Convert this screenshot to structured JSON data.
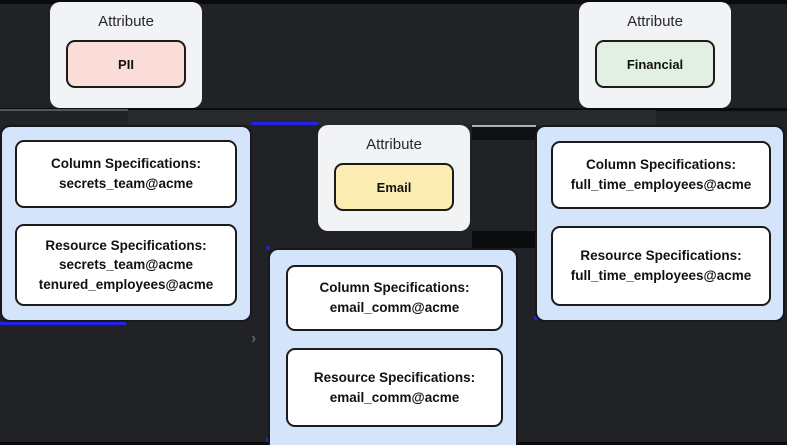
{
  "colors": {
    "background": "#202226",
    "edge_highlight": "#2322e8",
    "attribute_node_bg": "#f2f3f5",
    "pii_chip": "#fadcd8",
    "financial_chip": "#e2f0e3",
    "email_chip": "#fbecb2",
    "spec_node_bg": "#d4e4fa",
    "spec_box_bg": "#ffffff"
  },
  "nodes": {
    "pii": {
      "label": "Attribute",
      "value": "PII"
    },
    "financial": {
      "label": "Attribute",
      "value": "Financial"
    },
    "email": {
      "label": "Attribute",
      "value": "Email"
    },
    "secrets": {
      "column_title": "Column Specifications:",
      "column_line1": "secrets_team@acme",
      "resource_title": "Resource Specifications:",
      "resource_line1": "secrets_team@acme",
      "resource_line2": "tenured_employees@acme"
    },
    "email_spec": {
      "column_title": "Column Specifications:",
      "column_line1": "email_comm@acme",
      "resource_title": "Resource Specifications:",
      "resource_line1": "email_comm@acme"
    },
    "fte": {
      "column_title": "Column Specifications:",
      "column_line1": "full_time_employees@acme",
      "resource_title": "Resource Specifications:",
      "resource_line1": "full_time_employees@acme"
    }
  },
  "edges": {
    "arrow_glyph": "›"
  }
}
